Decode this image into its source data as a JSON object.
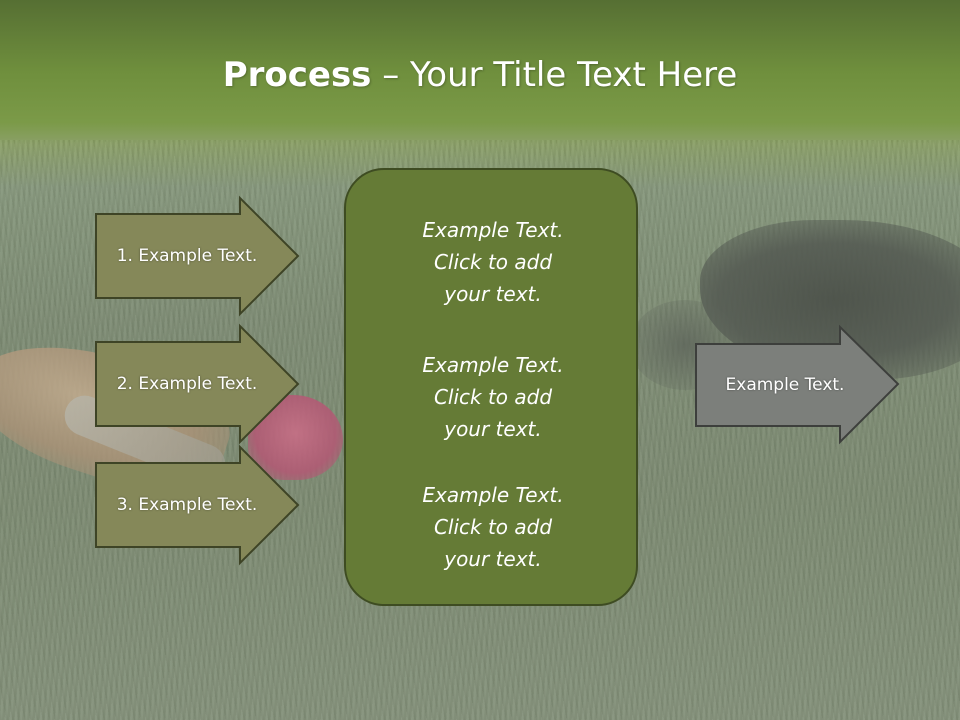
{
  "slide": {
    "title_bold": "Process",
    "title_rest": " – Your Title Text Here",
    "left_arrows": [
      {
        "label": "1. Example Text."
      },
      {
        "label": "2. Example Text."
      },
      {
        "label": "3. Example Text."
      }
    ],
    "center_box": {
      "blocks": [
        {
          "text": "Example Text.\nClick  to add\nyour text."
        },
        {
          "text": "Example Text.\nClick  to add\nyour text."
        },
        {
          "text": "Example Text.\nClick  to add\nyour text."
        }
      ]
    },
    "right_arrow": {
      "label": "Example Text."
    }
  },
  "colors": {
    "left_arrow_fill": "#858859",
    "left_arrow_stroke": "#3e4426",
    "center_box_fill": "#657b36",
    "right_arrow_fill": "#7c7f7b",
    "right_arrow_stroke": "#3d3f3c"
  }
}
